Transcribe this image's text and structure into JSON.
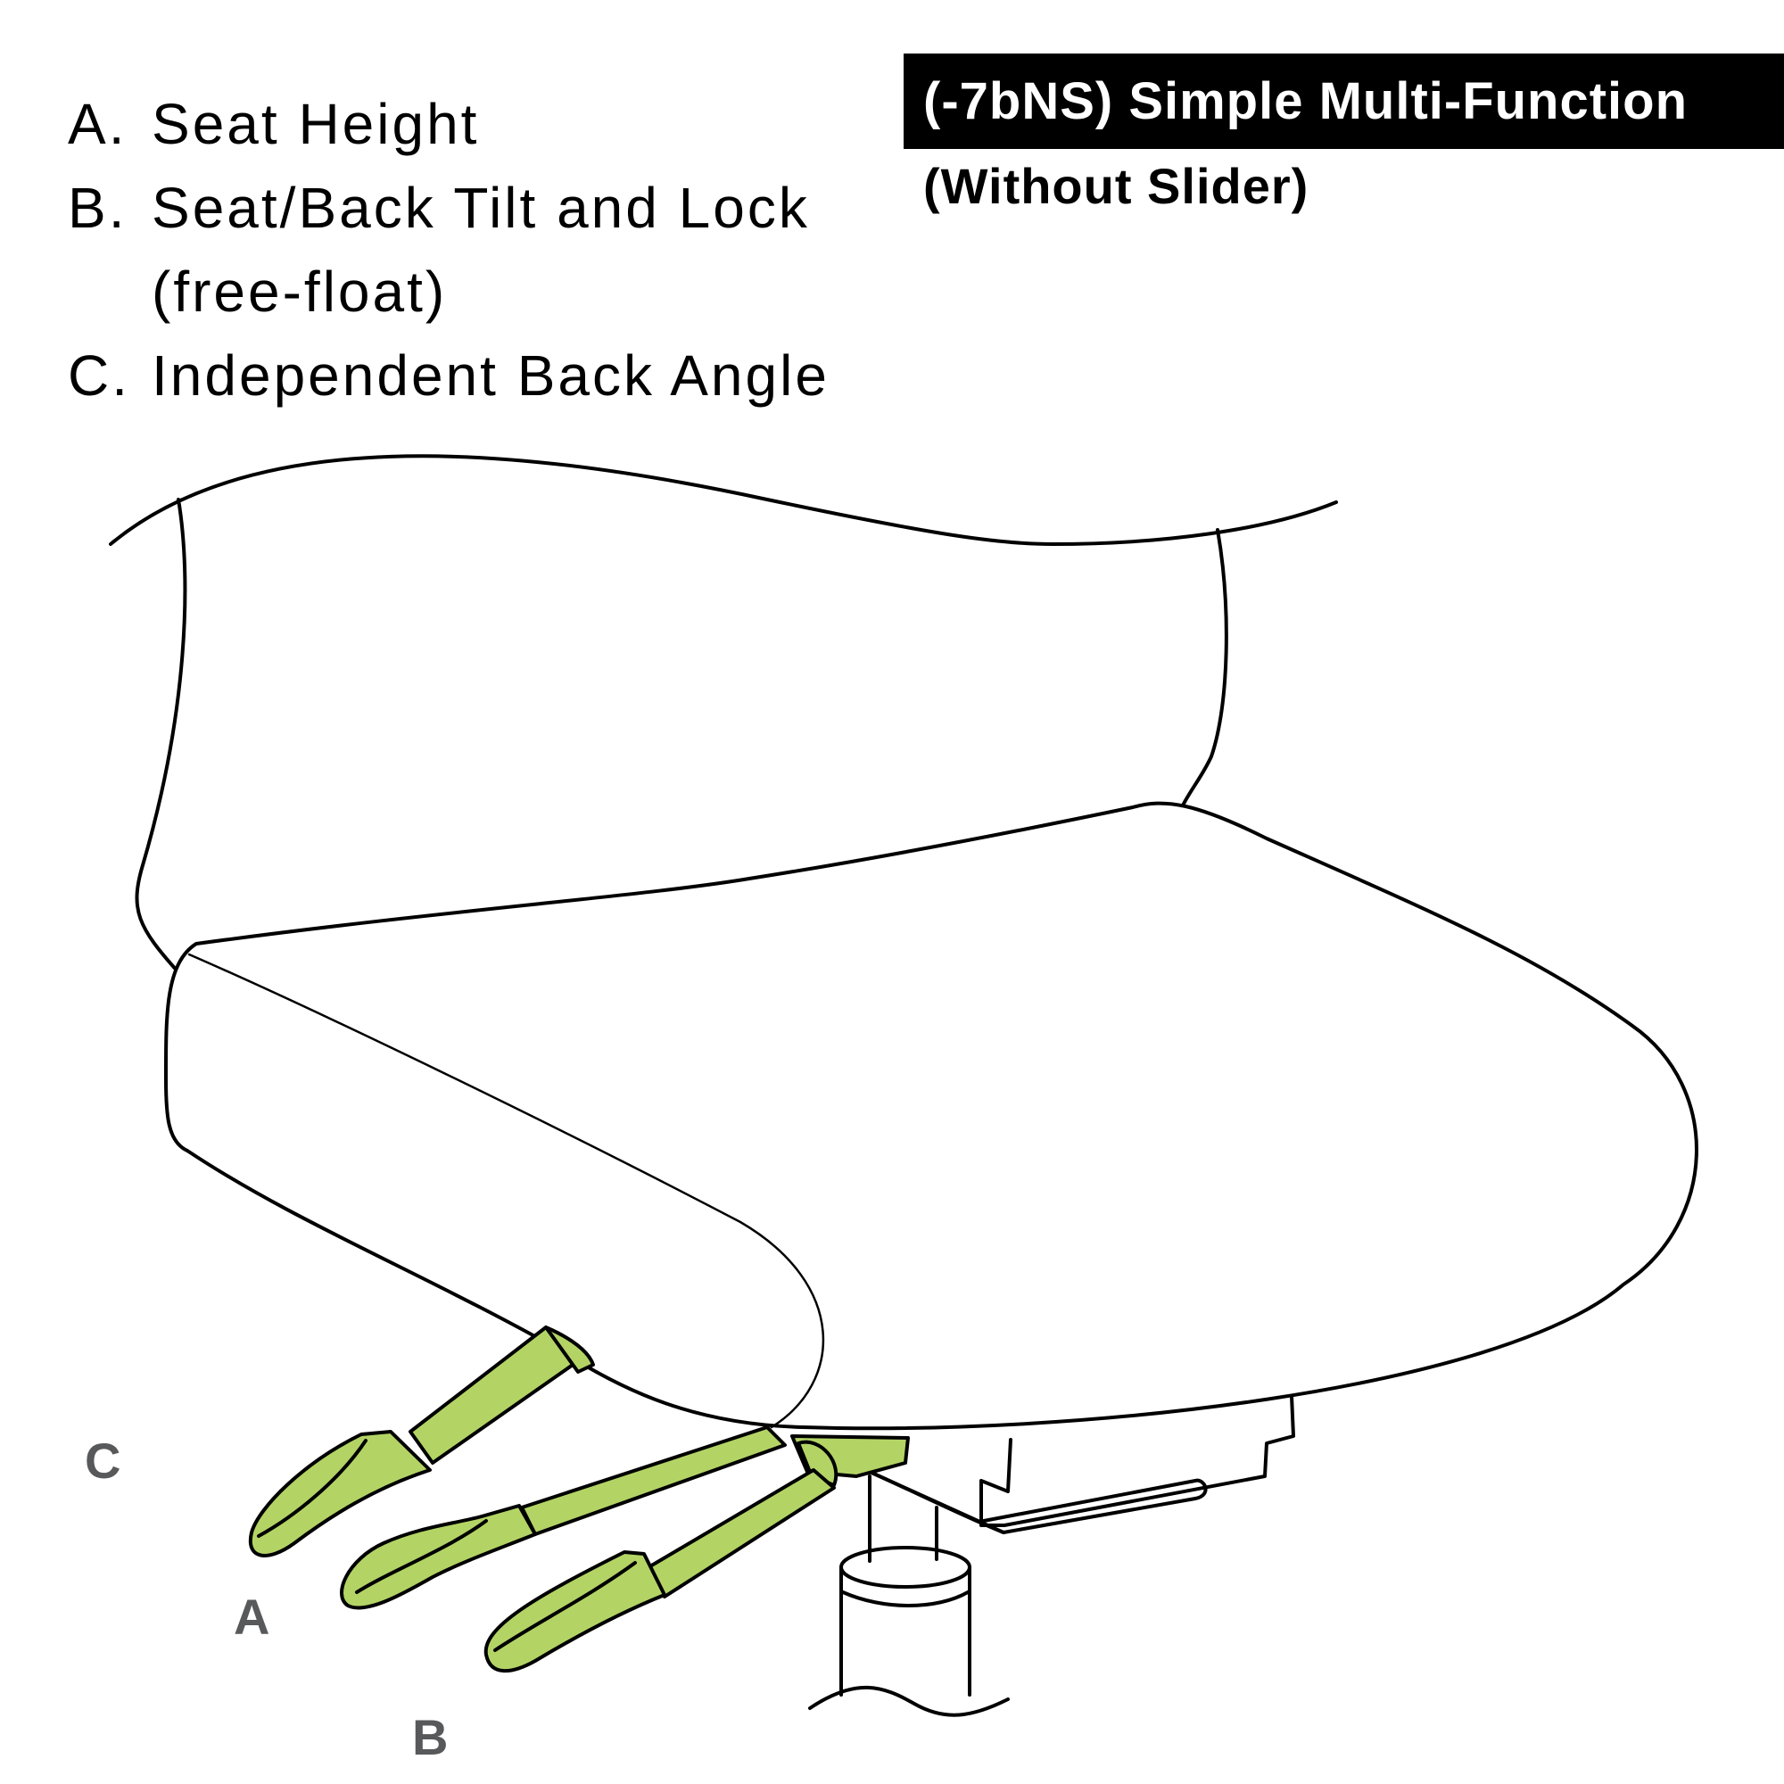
{
  "legend": [
    {
      "letter": "A.",
      "text": "Seat Height"
    },
    {
      "letter": "B.",
      "text": "Seat/Back Tilt and Lock",
      "continuation": "(free-float)"
    },
    {
      "letter": "C.",
      "text": "Independent Back Angle"
    }
  ],
  "header": {
    "title": "(-7bNS) Simple Multi-Function",
    "subtitle": "(Without Slider)"
  },
  "callouts": {
    "a": "A",
    "b": "B",
    "c": "C"
  },
  "colors": {
    "lever_fill": "#b3d465",
    "outline": "#000000",
    "callout_text": "#58595b",
    "title_background": "#000000",
    "title_text": "#ffffff"
  }
}
